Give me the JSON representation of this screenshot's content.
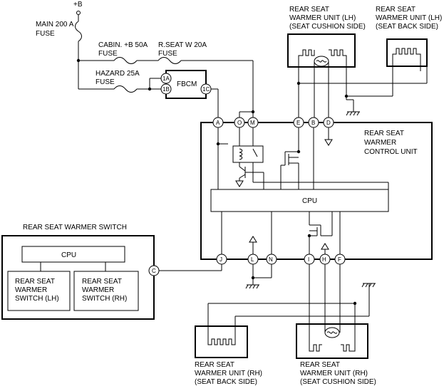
{
  "labels": {
    "battery": "+B",
    "main_fuse": [
      "MAIN 200 A",
      "FUSE"
    ],
    "cabin_fuse": [
      "CABIN. +B 50A",
      "FUSE"
    ],
    "rseat_fuse": [
      "R.SEAT W 20A",
      "FUSE"
    ],
    "hazard_fuse": [
      "HAZARD 25A",
      "FUSE"
    ],
    "fbcm": "FBCM",
    "unit_lh_cushion": [
      "REAR SEAT",
      "WARMER UNIT (LH)",
      "(SEAT CUSHION SIDE)"
    ],
    "unit_lh_back": [
      "REAR SEAT",
      "WARMER UNIT (LH)",
      "(SEAT BACK SIDE)"
    ],
    "control_unit": [
      "REAR SEAT",
      "WARMER",
      "CONTROL UNIT"
    ],
    "cpu": "CPU",
    "switch_title": "REAR SEAT WARMER SWITCH",
    "switch_cpu": "CPU",
    "switch_lh": [
      "REAR SEAT",
      "WARMER",
      "SWITCH (LH)"
    ],
    "switch_rh": [
      "REAR SEAT",
      "WARMER",
      "SWITCH (RH)"
    ],
    "unit_rh_back": [
      "REAR SEAT",
      "WARMER UNIT (RH)",
      "(SEAT BACK SIDE)"
    ],
    "unit_rh_cushion": [
      "REAR SEAT",
      "WARMER UNIT (RH)",
      "(SEAT CUSHION SIDE)"
    ]
  },
  "pins": {
    "fbcm_1a": "1A",
    "fbcm_1b": "1B",
    "fbcm_1c": "1C",
    "A": "A",
    "O": "O",
    "M": "M",
    "E": "E",
    "B": "B",
    "D": "D",
    "J": "J",
    "L": "L",
    "N": "N",
    "I": "I",
    "H": "H",
    "F": "F",
    "C": "C"
  }
}
